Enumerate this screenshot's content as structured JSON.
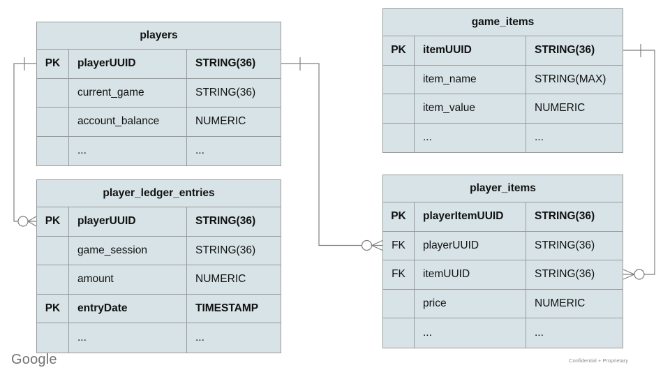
{
  "page": {
    "brand": "Google",
    "footer_note": "Confidential + Proprietary"
  },
  "colors": {
    "table_fill": "#d7e3e6",
    "table_border": "#9a9a9a",
    "connector_line": "#7f7f7f",
    "text": "#111111",
    "brand_gray": "#737373",
    "footer_gray": "#8c8c8c"
  },
  "tables": [
    {
      "id": "players",
      "title": "players",
      "rows": [
        {
          "key": "PK",
          "field": "playerUUID",
          "type": "STRING(36)",
          "emphasis": true
        },
        {
          "key": "",
          "field": "current_game",
          "type": "STRING(36)",
          "emphasis": false
        },
        {
          "key": "",
          "field": "account_balance",
          "type": "NUMERIC",
          "emphasis": false
        },
        {
          "key": "",
          "field": "...",
          "type": "...",
          "emphasis": false
        }
      ]
    },
    {
      "id": "player_ledger_entries",
      "title": "player_ledger_entries",
      "rows": [
        {
          "key": "PK",
          "field": "playerUUID",
          "type": "STRING(36)",
          "emphasis": true
        },
        {
          "key": "",
          "field": "game_session",
          "type": "STRING(36)",
          "emphasis": false
        },
        {
          "key": "",
          "field": "amount",
          "type": "NUMERIC",
          "emphasis": false
        },
        {
          "key": "PK",
          "field": "entryDate",
          "type": "TIMESTAMP",
          "emphasis": true
        },
        {
          "key": "",
          "field": "...",
          "type": "...",
          "emphasis": false
        }
      ]
    },
    {
      "id": "game_items",
      "title": "game_items",
      "rows": [
        {
          "key": "PK",
          "field": "itemUUID",
          "type": "STRING(36)",
          "emphasis": true
        },
        {
          "key": "",
          "field": "item_name",
          "type": "STRING(MAX)",
          "emphasis": false
        },
        {
          "key": "",
          "field": "item_value",
          "type": "NUMERIC",
          "emphasis": false
        },
        {
          "key": "",
          "field": "...",
          "type": "...",
          "emphasis": false
        }
      ]
    },
    {
      "id": "player_items",
      "title": "player_items",
      "rows": [
        {
          "key": "PK",
          "field": "playerItemUUID",
          "type": "STRING(36)",
          "emphasis": true
        },
        {
          "key": "FK",
          "field": "playerUUID",
          "type": "STRING(36)",
          "emphasis": false
        },
        {
          "key": "FK",
          "field": "itemUUID",
          "type": "STRING(36)",
          "emphasis": false
        },
        {
          "key": "",
          "field": "price",
          "type": "NUMERIC",
          "emphasis": false
        },
        {
          "key": "",
          "field": "...",
          "type": "...",
          "emphasis": false
        }
      ]
    }
  ],
  "relationships": [
    {
      "from": "players.playerUUID",
      "to": "player_ledger_entries.playerUUID",
      "from_cardinality": "one",
      "to_cardinality": "zero-or-many"
    },
    {
      "from": "players.playerUUID",
      "to": "player_items.playerUUID",
      "from_cardinality": "one",
      "to_cardinality": "zero-or-many"
    },
    {
      "from": "game_items.itemUUID",
      "to": "player_items.itemUUID",
      "from_cardinality": "one",
      "to_cardinality": "zero-or-many"
    }
  ]
}
